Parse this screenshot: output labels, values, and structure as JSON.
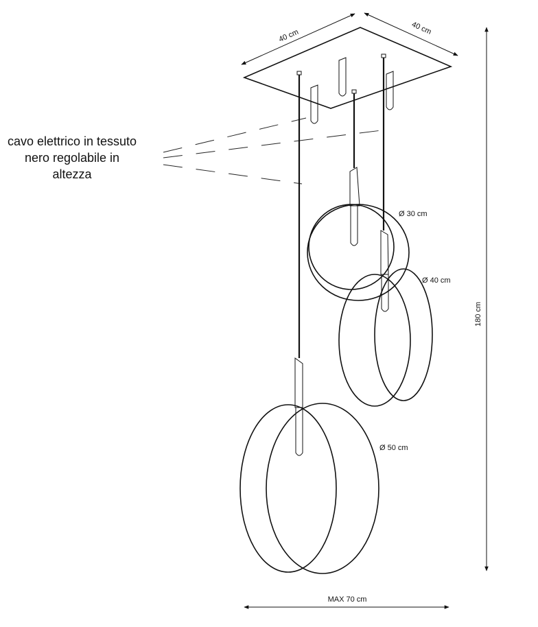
{
  "labels": {
    "canopy_width": "40 cm",
    "canopy_depth": "40 cm",
    "note": "cavo elettrico in tessuto nero regolabile in altezza",
    "ring_small": "Ø 30 cm",
    "ring_medium": "Ø 40 cm",
    "ring_large": "Ø 50 cm",
    "height": "180 cm",
    "max_width": "MAX 70 cm"
  }
}
